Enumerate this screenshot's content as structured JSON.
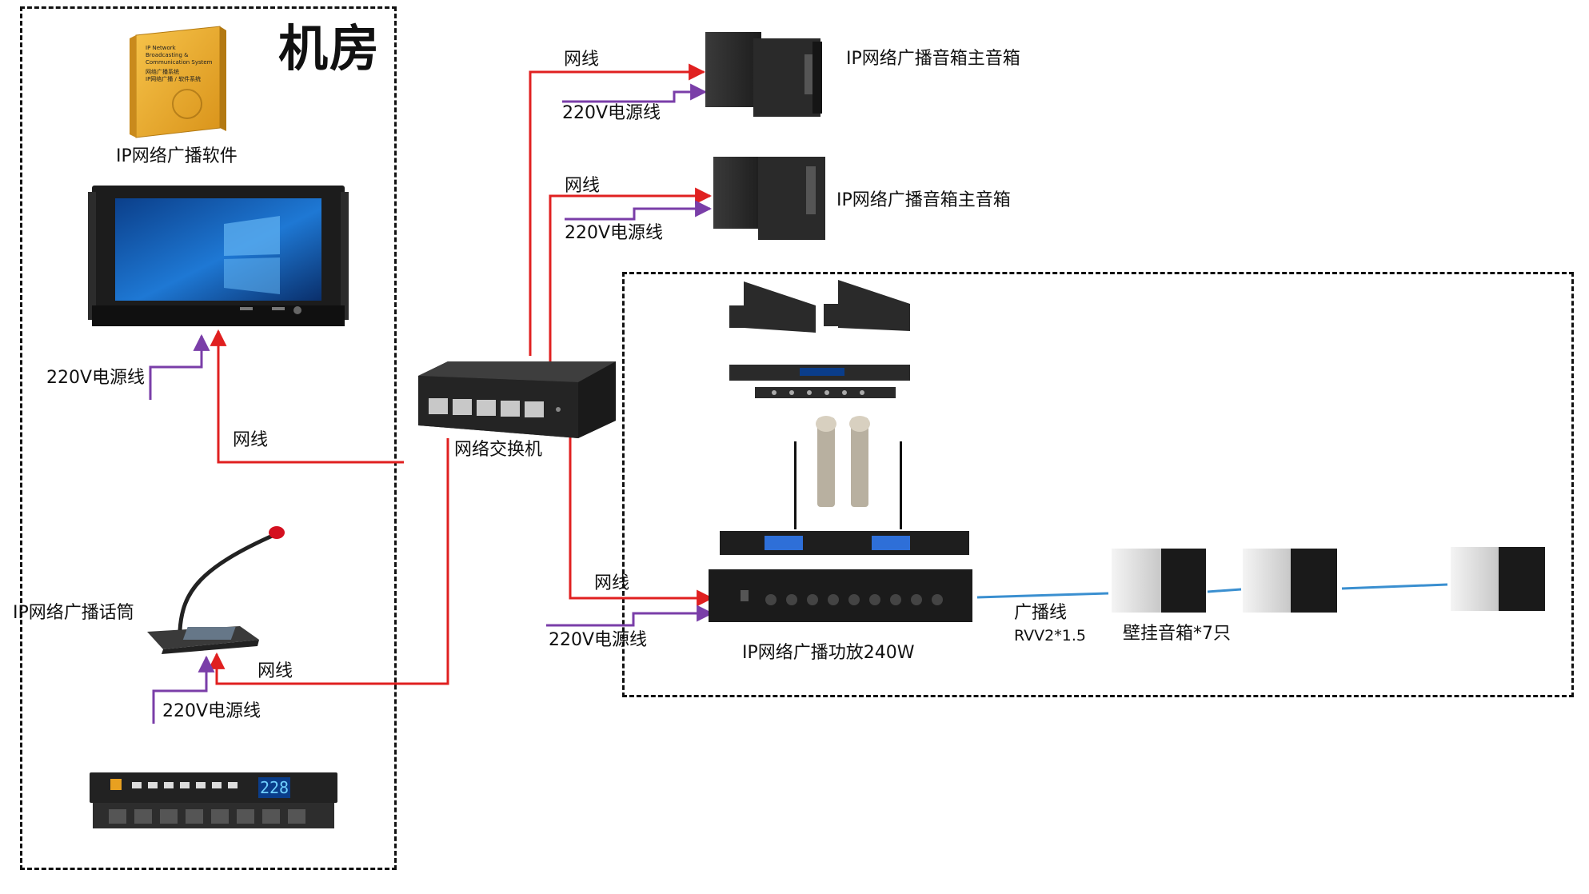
{
  "machine_room": {
    "title": "机房"
  },
  "devices": {
    "software": "IP网络广播软件",
    "switch": "网络交换机",
    "mic": "IP网络广播话筒",
    "speaker_top": "IP网络广播音箱主音箱",
    "speaker_mid": "IP网络广播音箱主音箱",
    "amplifier": "IP网络广播功放240W",
    "wall_speakers": "壁挂音箱*7只",
    "power_display": "228"
  },
  "cables": {
    "network": "网线",
    "power": "220V电源线",
    "broadcast": "广播线",
    "broadcast_spec": "RVV2*1.5"
  },
  "software_box_lines": [
    "IP Network",
    "Broadcasting &",
    "Communication System",
    "网络广播系统",
    "IP网络广播 / 软件系统"
  ],
  "colors": {
    "network_line": "#e02020",
    "power_line": "#7a3ea8",
    "broadcast_line": "#3a8fd0",
    "border": "#111111"
  }
}
